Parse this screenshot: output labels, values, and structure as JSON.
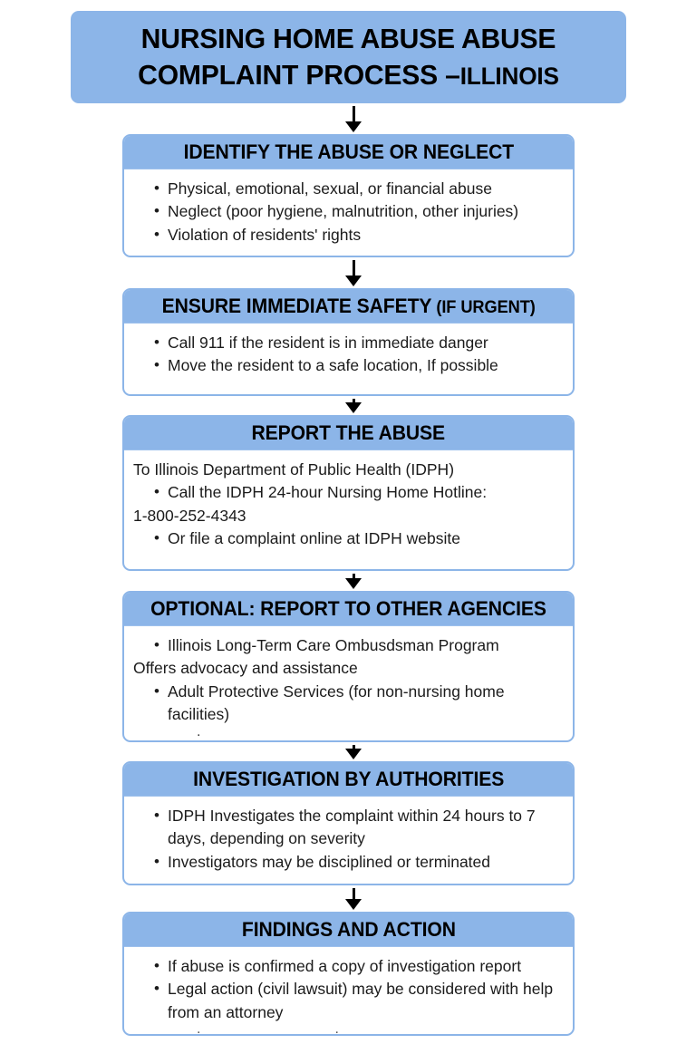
{
  "theme": {
    "accent_blue": "#8CB5E8",
    "card_background": "#FFFFFF",
    "text_color": "#101010",
    "page_background": "#FFFFFF"
  },
  "title": {
    "line1": "NURSING HOME ABUSE ABUSE",
    "line2": "COMPLAINT PROCESS –",
    "state": "ILLINOIS"
  },
  "steps": [
    {
      "header": "IDENTIFY THE ABUSE OR NEGLECT",
      "header_suffix": "",
      "lines": [
        {
          "kind": "bullet",
          "text": "Physical, emotional, sexual, or financial abuse"
        },
        {
          "kind": "bullet",
          "text": "Neglect (poor hygiene, malnutrition, other injuries)"
        },
        {
          "kind": "bullet",
          "text": "Violation of residents' rights"
        }
      ]
    },
    {
      "header": "ENSURE IMMEDIATE SAFETY",
      "header_suffix": "(IF URGENT)",
      "lines": [
        {
          "kind": "bullet",
          "text": "Call 911 if the resident is in immediate danger"
        },
        {
          "kind": "bullet",
          "text": "Move the resident to a safe location, If possible"
        }
      ]
    },
    {
      "header": "REPORT THE ABUSE",
      "header_suffix": "",
      "lines": [
        {
          "kind": "plain",
          "text": "To Illinois Department of Public Health (IDPH)"
        },
        {
          "kind": "bullet",
          "text": "Call the IDPH 24-hour Nursing Home Hotline:"
        },
        {
          "kind": "plain",
          "text": "1-800-252-4343"
        },
        {
          "kind": "bullet",
          "text": "Or file a complaint online at IDPH website"
        }
      ]
    },
    {
      "header": "OPTIONAL: REPORT TO OTHER AGENCIES",
      "header_suffix": "",
      "lines": [
        {
          "kind": "bullet",
          "text": "Illinois Long-Term Care Ombusdsman Program"
        },
        {
          "kind": "plain",
          "text": "Offers advocacy and assistance"
        },
        {
          "kind": "bullet",
          "text": "Adult Protective Services (for non-nursing home facilities)"
        },
        {
          "kind": "stray",
          "text": "."
        }
      ]
    },
    {
      "header": "INVESTIGATION BY AUTHORITIES",
      "header_suffix": "",
      "lines": [
        {
          "kind": "bullet",
          "text": "IDPH Investigates the complaint within 24 hours to 7 days, depending on severity"
        },
        {
          "kind": "bullet",
          "text": "Investigators may be disciplined or terminated"
        }
      ]
    },
    {
      "header": "FINDINGS AND ACTION",
      "header_suffix": "",
      "lines": [
        {
          "kind": "bullet",
          "text": "If abuse is confirmed a copy of investigation report"
        },
        {
          "kind": "bullet",
          "text": "Legal action (civil lawsuit) may be considered with help from an attorney"
        },
        {
          "kind": "stray-wide",
          "text": ".."
        }
      ]
    }
  ],
  "bullet_glyph": "•",
  "connectors": [
    {
      "from": "title",
      "to": "step-1"
    },
    {
      "from": "step-1",
      "to": "step-2"
    },
    {
      "from": "step-2",
      "to": "step-3"
    },
    {
      "from": "step-3",
      "to": "step-4"
    },
    {
      "from": "step-4",
      "to": "step-5"
    },
    {
      "from": "step-5",
      "to": "step-6"
    }
  ]
}
